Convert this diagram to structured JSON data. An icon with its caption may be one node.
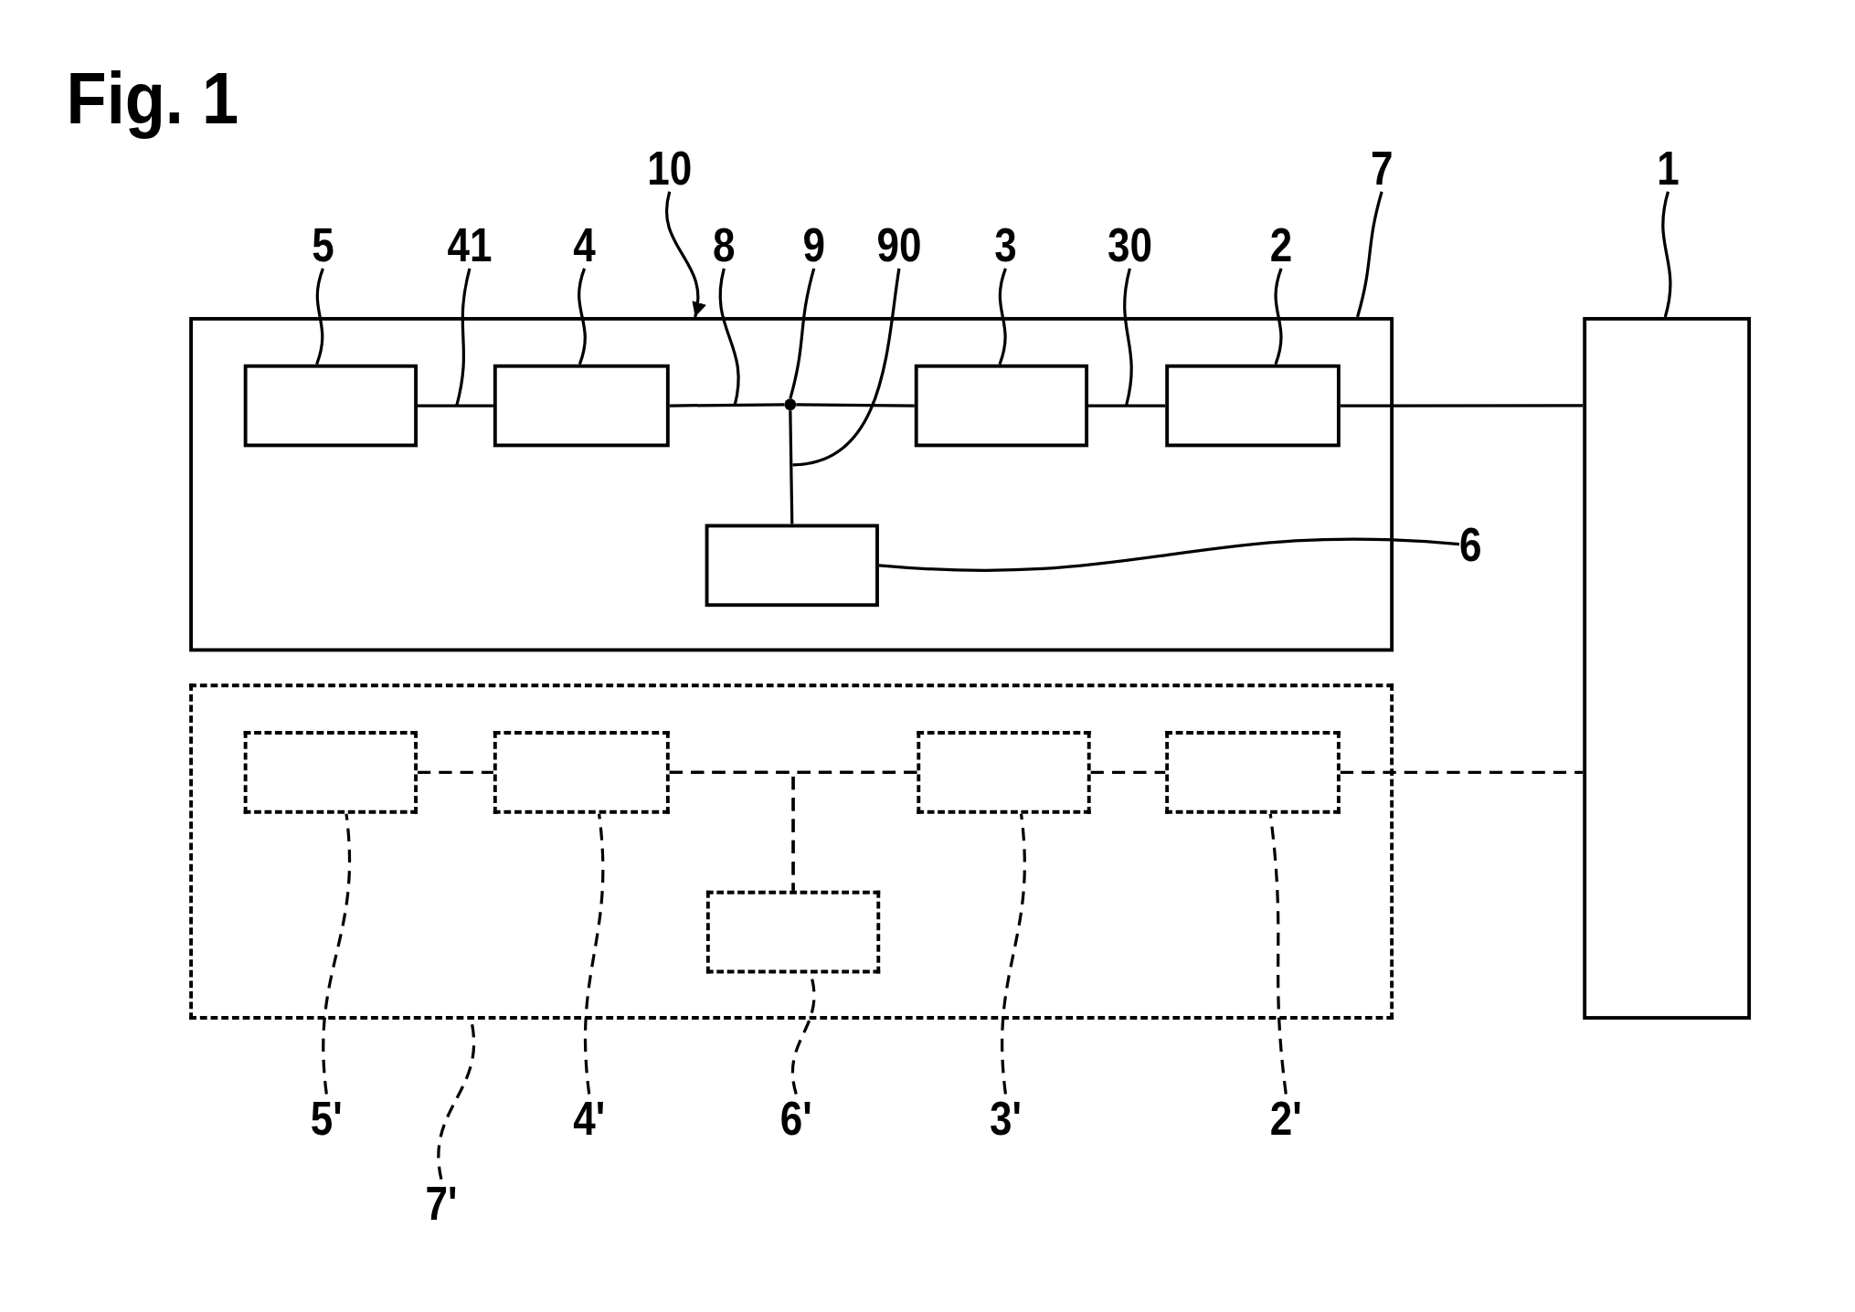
{
  "diagram": {
    "title": "Fig. 1",
    "nodes": [
      {
        "text": [
          "10"
        ]
      },
      {
        "text": [
          "7"
        ]
      },
      {
        "text": [
          "1"
        ]
      },
      {
        "text": [
          "5"
        ]
      },
      {
        "text": [
          "41"
        ]
      },
      {
        "text": [
          "4"
        ]
      },
      {
        "text": [
          "8"
        ]
      },
      {
        "text": [
          "9"
        ]
      },
      {
        "text": [
          "90"
        ]
      },
      {
        "text": [
          "3"
        ]
      },
      {
        "text": [
          "30"
        ]
      },
      {
        "text": [
          "2"
        ]
      },
      {
        "text": [],
        "shape": "box"
      },
      {
        "text": [],
        "shape": "box",
        "in": 12
      },
      {
        "text": [],
        "shape": "box",
        "in": 12
      },
      {
        "text": [],
        "shape": "circle",
        "in": 12
      },
      {
        "text": [],
        "shape": "box",
        "in": 12
      },
      {
        "text": [],
        "shape": "box",
        "in": 12
      },
      {
        "text": [],
        "shape": "box",
        "in": 12
      },
      {
        "text": [
          "6"
        ]
      },
      {
        "text": [],
        "shape": "box"
      },
      {
        "text": [],
        "shape": "box"
      },
      {
        "text": [],
        "shape": "box",
        "in": 21
      },
      {
        "text": [],
        "shape": "box",
        "in": 21
      },
      {
        "text": [],
        "shape": "box",
        "in": 21
      },
      {
        "text": [],
        "shape": "box",
        "in": 21
      },
      {
        "text": [],
        "shape": "box",
        "in": 21
      },
      {
        "text": [
          "5'"
        ]
      },
      {
        "text": [
          "4'"
        ]
      },
      {
        "text": [
          "6'"
        ]
      },
      {
        "text": [
          "3'"
        ]
      },
      {
        "text": [
          "2'"
        ]
      },
      {
        "text": [
          "7'"
        ]
      }
    ],
    "edges": [
      {
        "from": 0,
        "to": 12,
        "arrow": "to"
      },
      {
        "from": 1,
        "to": 12,
        "arrow": "none"
      },
      {
        "from": 2,
        "to": 20,
        "arrow": "none"
      },
      {
        "from": 3,
        "to": 13,
        "arrow": "none"
      },
      {
        "from": 4,
        "to": null,
        "arrow": "none"
      },
      {
        "from": 5,
        "to": 14,
        "arrow": "none"
      },
      {
        "from": 6,
        "to": null,
        "arrow": "none"
      },
      {
        "from": 7,
        "to": 15,
        "arrow": "none"
      },
      {
        "from": 8,
        "to": null,
        "arrow": "none"
      },
      {
        "from": 9,
        "to": 16,
        "arrow": "none"
      },
      {
        "from": 10,
        "to": null,
        "arrow": "none"
      },
      {
        "from": 11,
        "to": 17,
        "arrow": "none"
      },
      {
        "from": 19,
        "to": 18,
        "arrow": "none"
      },
      {
        "from": 13,
        "to": 14,
        "arrow": "none"
      },
      {
        "from": 14,
        "to": 15,
        "arrow": "none"
      },
      {
        "from": 15,
        "to": 16,
        "arrow": "none"
      },
      {
        "from": 16,
        "to": 17,
        "arrow": "none"
      },
      {
        "from": 17,
        "to": 20,
        "arrow": "none"
      },
      {
        "from": 15,
        "to": 18,
        "arrow": "none"
      },
      {
        "from": 22,
        "to": 23,
        "arrow": "none",
        "style": "dashed"
      },
      {
        "from": 23,
        "to": 24,
        "arrow": "none",
        "style": "dashed"
      },
      {
        "from": 23,
        "to": 26,
        "arrow": "none",
        "style": "dashed"
      },
      {
        "from": 24,
        "to": 26,
        "arrow": "none",
        "style": "dashed"
      },
      {
        "from": 24,
        "to": 25,
        "arrow": "none",
        "style": "dashed"
      },
      {
        "from": 25,
        "to": 20,
        "arrow": "none",
        "style": "dashed"
      },
      {
        "from": 27,
        "to": 22,
        "arrow": "none",
        "style": "dashed"
      },
      {
        "from": 28,
        "to": 23,
        "arrow": "none",
        "style": "dashed"
      },
      {
        "from": 29,
        "to": 26,
        "arrow": "none",
        "style": "dashed"
      },
      {
        "from": 30,
        "to": 24,
        "arrow": "none",
        "style": "dashed"
      },
      {
        "from": 31,
        "to": 25,
        "arrow": "none",
        "style": "dashed"
      },
      {
        "from": 32,
        "to": 21,
        "arrow": "none",
        "style": "dashed"
      }
    ]
  }
}
